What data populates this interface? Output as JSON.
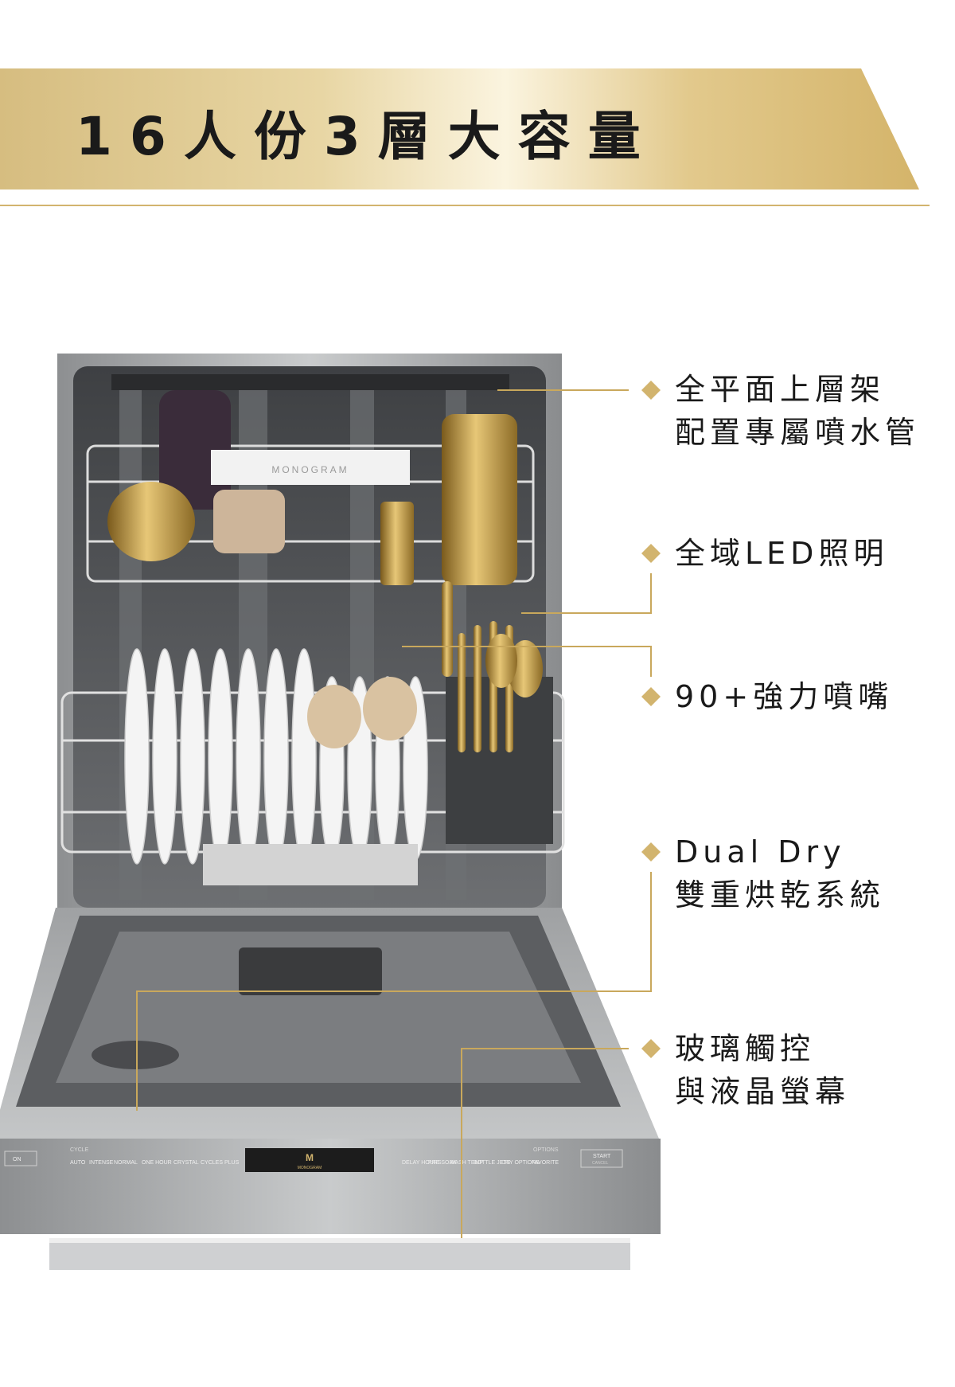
{
  "banner": {
    "title": "16人份3層大容量",
    "accent_color": "#d2b46e"
  },
  "product": {
    "brand_rack_label": "MONOGRAM",
    "control_panel": {
      "power_label": "ON",
      "cycle_header": "CYCLE",
      "cycles": [
        "AUTO",
        "INTENSE",
        "NORMAL",
        "ONE HOUR",
        "CRYSTAL",
        "CYCLES PLUS"
      ],
      "display_logo": "M",
      "display_brand": "MONOGRAM",
      "options_header": "OPTIONS",
      "options": [
        "DELAY HOURS",
        "PRE SOAK",
        "WASH TEMP",
        "BOTTLE JETS",
        "DRY OPTIONS",
        "FAVORITE"
      ],
      "start_label": "START",
      "cancel_label": "CANCEL"
    }
  },
  "features": [
    {
      "lines": [
        "全平面上層架",
        "配置專屬噴水管"
      ],
      "icon": "diamond-bullet"
    },
    {
      "lines": [
        "全域LED照明"
      ],
      "icon": "diamond-bullet"
    },
    {
      "lines": [
        "90+強力噴嘴"
      ],
      "icon": "diamond-bullet"
    },
    {
      "lines": [
        "Dual Dry",
        "雙重烘乾系統"
      ],
      "icon": "diamond-bullet"
    },
    {
      "lines": [
        "玻璃觸控",
        "與液晶螢幕"
      ],
      "icon": "diamond-bullet"
    }
  ],
  "colors": {
    "gold": "#d2b46e",
    "steel": "#9a9c9e",
    "dark_display": "#1c1c1c"
  }
}
